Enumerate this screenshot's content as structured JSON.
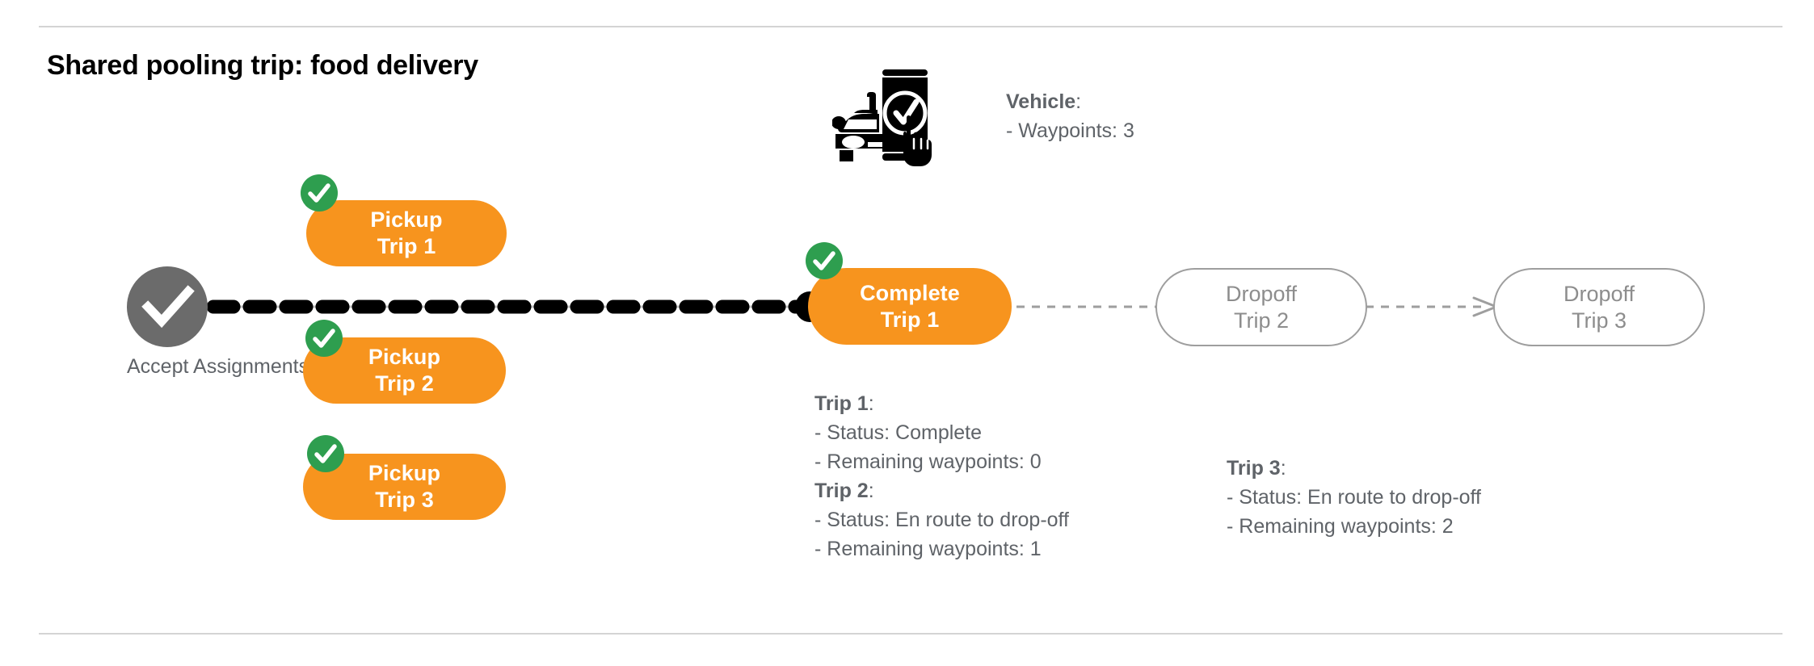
{
  "page": {
    "title": "Shared pooling trip: food delivery"
  },
  "colors": {
    "orange": "#F7941E",
    "green": "#2E9E4F",
    "gray_node": "#6b6b6b",
    "gray_text": "#5f6368",
    "gray_outline": "#9e9e9e",
    "divider": "#d4d4d4",
    "dash_black": "#000000",
    "dash_gray": "#9e9e9e"
  },
  "flow": {
    "accept": {
      "label_line1": "Accept",
      "label_line2": "Assignments",
      "icon": "check-icon",
      "state": "done"
    },
    "pickups": [
      {
        "line1": "Pickup",
        "line2": "Trip 1",
        "badge": "check-badge",
        "state": "done"
      },
      {
        "line1": "Pickup",
        "line2": "Trip 2",
        "badge": "check-badge",
        "state": "done"
      },
      {
        "line1": "Pickup",
        "line2": "Trip 3",
        "badge": "check-badge",
        "state": "done"
      }
    ],
    "complete": {
      "line1": "Complete",
      "line2": "Trip 1",
      "badge": "check-badge",
      "state": "done"
    },
    "dropoffs": [
      {
        "line1": "Dropoff",
        "line2": "Trip 2",
        "state": "pending"
      },
      {
        "line1": "Dropoff",
        "line2": "Trip 3",
        "state": "pending"
      }
    ]
  },
  "vehicle": {
    "icon": "car-phone-check-icon",
    "heading": "Vehicle",
    "heading_suffix": ":",
    "rows": [
      "- Waypoints: 3"
    ]
  },
  "trip_details": {
    "group_left": [
      {
        "heading": "Trip 1",
        "heading_suffix": ":",
        "rows": [
          "- Status:  Complete",
          "- Remaining waypoints: 0"
        ]
      },
      {
        "heading": "Trip 2",
        "heading_suffix": ":",
        "rows": [
          "- Status:  En route to drop-off",
          "- Remaining waypoints: 1"
        ]
      }
    ],
    "group_right": [
      {
        "heading": "Trip 3",
        "heading_suffix": ":",
        "rows": [
          "- Status:  En route to drop-off",
          "- Remaining waypoints: 2"
        ]
      }
    ]
  }
}
